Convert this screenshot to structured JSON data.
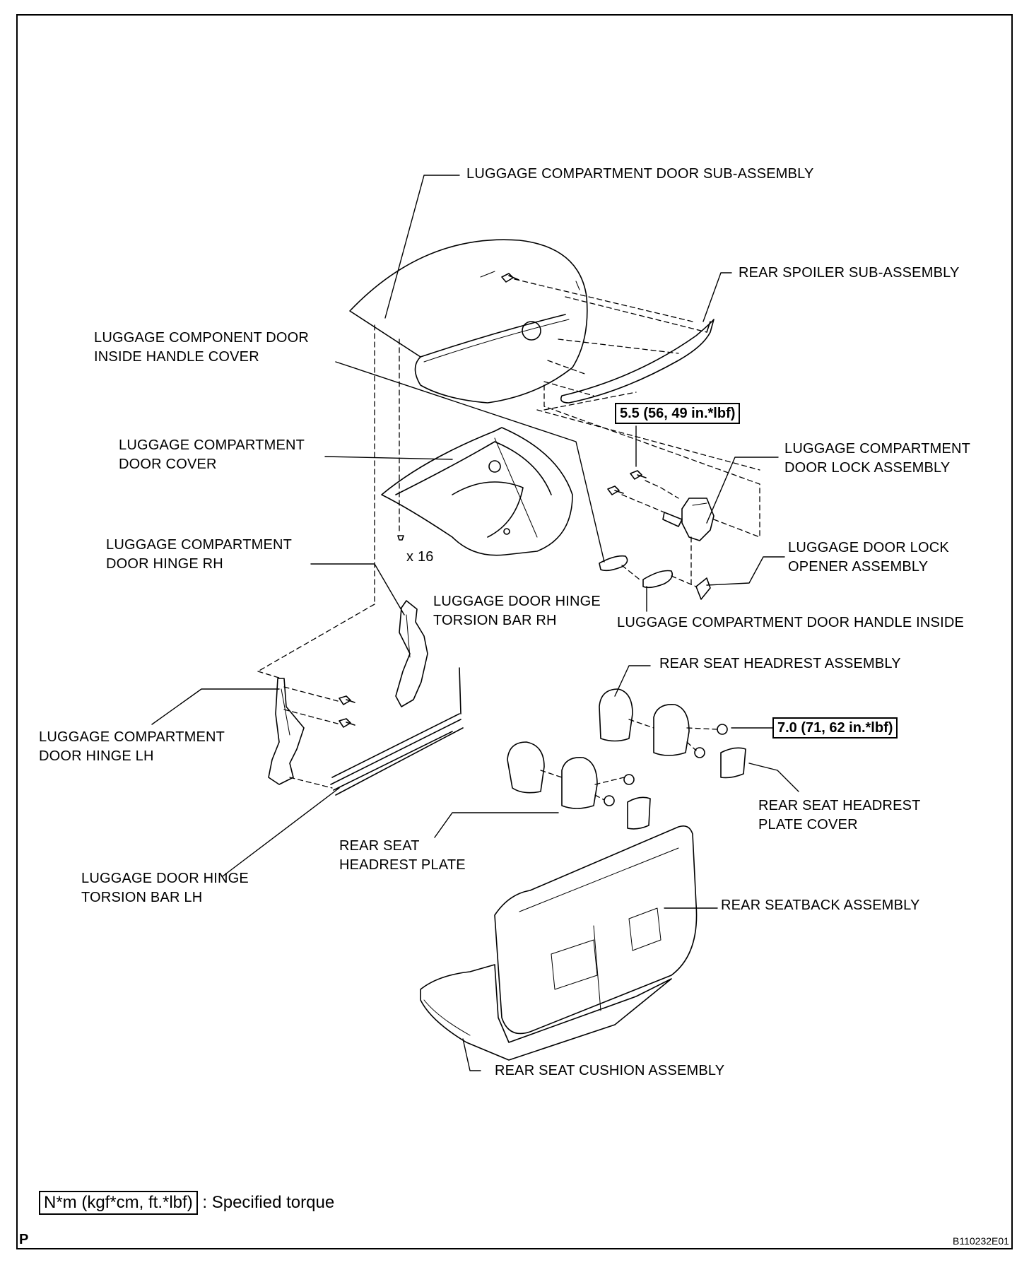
{
  "labels": {
    "door_sub_assembly": "LUGGAGE COMPARTMENT DOOR SUB-ASSEMBLY",
    "rear_spoiler": "REAR SPOILER SUB-ASSEMBLY",
    "inside_handle_cover": "LUGGAGE COMPONENT DOOR\nINSIDE HANDLE COVER",
    "door_cover": "LUGGAGE COMPARTMENT\nDOOR COVER",
    "door_lock_assembly": "LUGGAGE COMPARTMENT\nDOOR LOCK ASSEMBLY",
    "door_hinge_rh": "LUGGAGE COMPARTMENT\nDOOR HINGE RH",
    "x16": "x 16",
    "lock_opener": "LUGGAGE DOOR LOCK\nOPENER ASSEMBLY",
    "torsion_bar_rh": "LUGGAGE DOOR HINGE\nTORSION BAR RH",
    "handle_inside": "LUGGAGE COMPARTMENT DOOR HANDLE INSIDE",
    "headrest_assembly": "REAR SEAT HEADREST ASSEMBLY",
    "door_hinge_lh": "LUGGAGE COMPARTMENT\nDOOR HINGE LH",
    "headrest_plate_cover": "REAR SEAT HEADREST\nPLATE COVER",
    "headrest_plate": "REAR SEAT\nHEADREST PLATE",
    "torsion_bar_lh": "LUGGAGE DOOR HINGE\nTORSION BAR LH",
    "seatback_assembly": "REAR SEATBACK ASSEMBLY",
    "seat_cushion": "REAR SEAT CUSHION ASSEMBLY"
  },
  "torques": {
    "lock": "5.5 (56, 49 in.*lbf)",
    "headrest": "7.0 (71, 62 in.*lbf)"
  },
  "legend": {
    "unit": "N*m (kgf*cm, ft.*lbf)",
    "text": ": Specified torque"
  },
  "footer": {
    "corner_mark": "P",
    "figure_id": "B110232E01"
  }
}
